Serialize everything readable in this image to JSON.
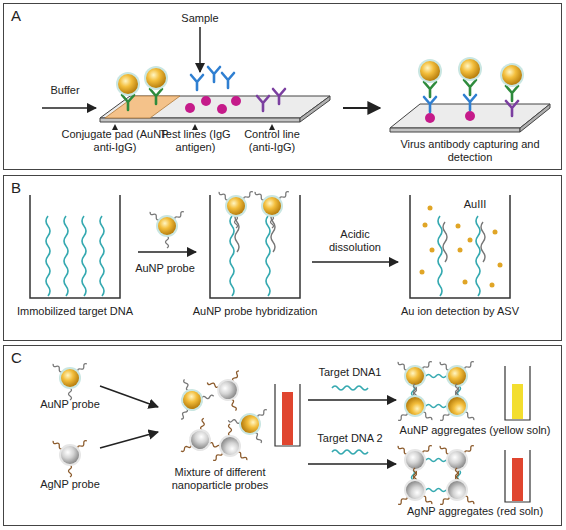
{
  "diagram": {
    "nodes": [
      {
        "text": [
          "A"
        ]
      },
      {
        "text": [
          "B"
        ]
      },
      {
        "text": [
          "C"
        ]
      }
    ],
    "labels": [
      "Buffer",
      "Sample",
      "Conjugate pad (AuNP anti-IgG)",
      "Test lines (IgG antigen)",
      "Control line (anti-IgG)",
      "Virus antibody capturing and detection",
      "Immobilized target DNA",
      "AuNP probe",
      "AuNP probe hybridization",
      "Acidic dissolution",
      "AuIII",
      "Au ion detection by ASV",
      "AuNP probe",
      "AgNP probe",
      "Mixture of different nanoparticle probes",
      "Target DNA1",
      "Target DNA 2",
      "AuNP aggregates (yellow soln)",
      "AgNP aggregates (red soln)"
    ]
  }
}
